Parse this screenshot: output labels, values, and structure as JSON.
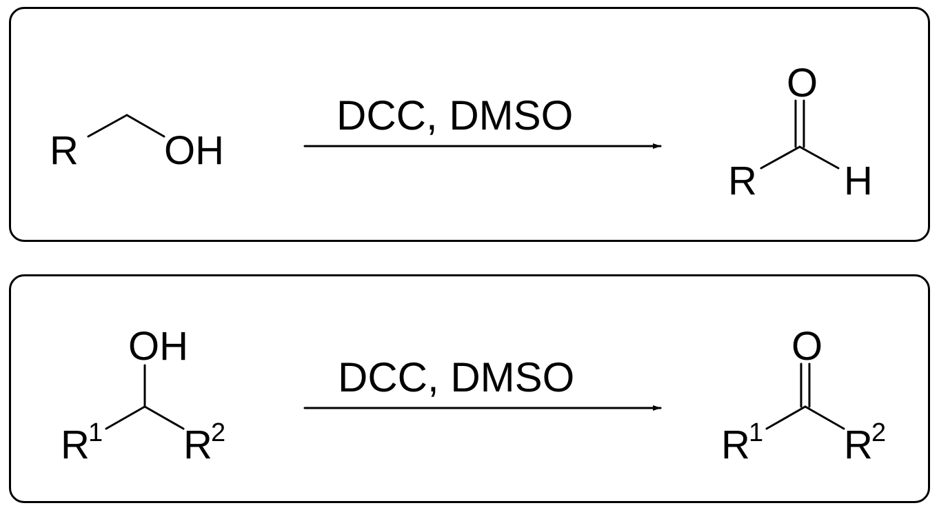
{
  "reactions": [
    {
      "reactant": {
        "R": "R",
        "OH": "OH"
      },
      "reagents": "DCC, DMSO",
      "product": {
        "O": "O",
        "R": "R",
        "H": "H"
      }
    },
    {
      "reactant": {
        "OH": "OH",
        "R1": "R",
        "R1_sup": "1",
        "R2": "R",
        "R2_sup": "2"
      },
      "reagents": "DCC, DMSO",
      "product": {
        "O": "O",
        "R1": "R",
        "R1_sup": "1",
        "R2": "R",
        "R2_sup": "2"
      }
    }
  ]
}
